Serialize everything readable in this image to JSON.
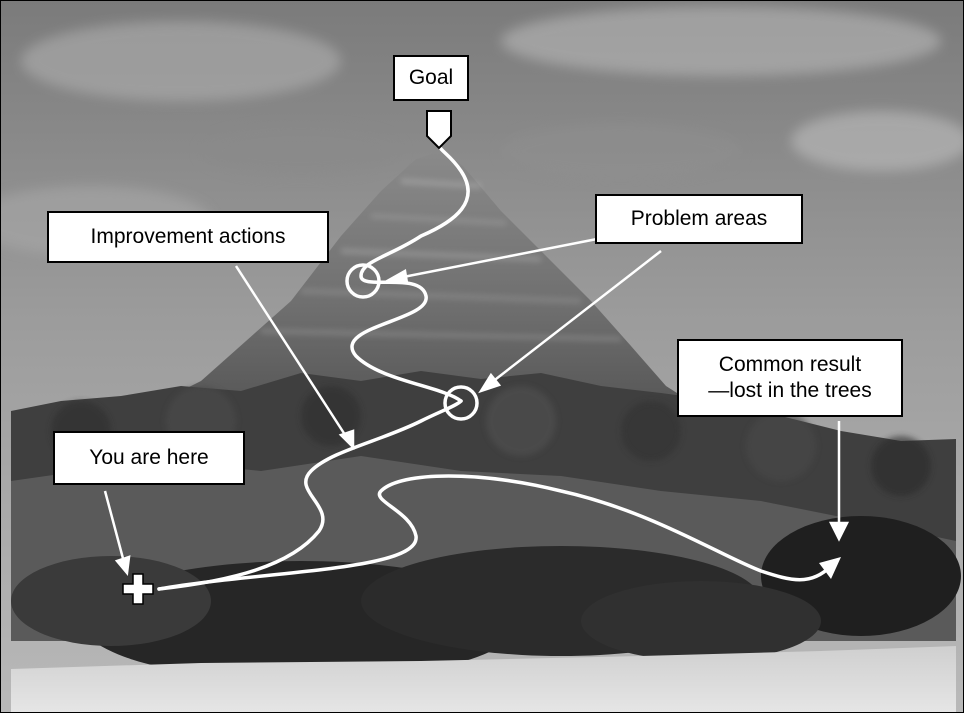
{
  "labels": {
    "goal": "Goal",
    "improvement_actions": "Improvement actions",
    "problem_areas": "Problem areas",
    "common_result": "Common result\n—lost in the trees",
    "you_are_here": "You are here"
  },
  "colors": {
    "path": "#ffffff",
    "arrow": "#ffffff",
    "label_background": "#ffffff",
    "label_border": "#000000"
  },
  "icons": {
    "start_marker": "crosshair-plus-icon",
    "goal_marker": "pentagon-pointer-icon"
  }
}
